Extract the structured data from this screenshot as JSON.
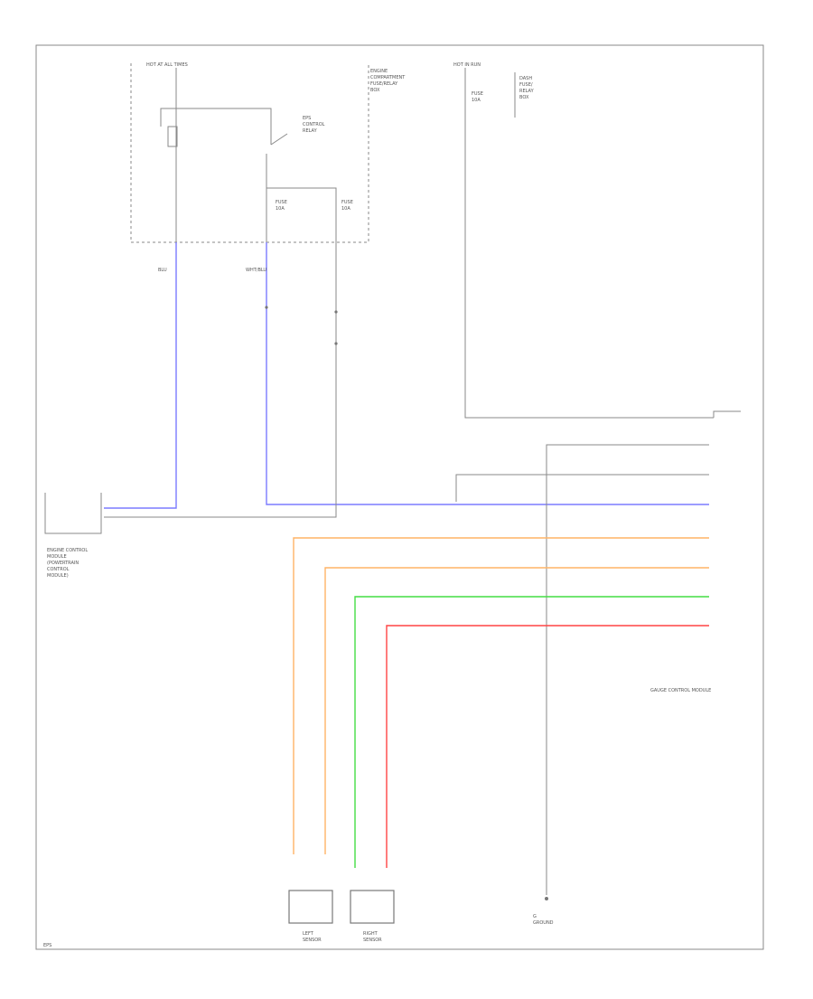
{
  "labels": {
    "hot_at_all_times": "HOT AT ALL TIMES",
    "underhood_box": [
      "ENGINE",
      "COMPARTMENT",
      "FUSE/RELAY",
      "BOX"
    ],
    "relay": [
      "EPS",
      "CONTROL",
      "RELAY"
    ],
    "fuse1": [
      "FUSE",
      "10A"
    ],
    "fuse2": [
      "FUSE",
      "10A"
    ],
    "hot_in_run": "HOT IN RUN",
    "fuse3": [
      "FUSE",
      "10A"
    ],
    "dash_box": [
      "DASH",
      "FUSE/",
      "RELAY",
      "BOX"
    ],
    "wire_blu": "BLU",
    "wire_wht_blu": "WHT/BLU",
    "ecm_box": [
      "ENGINE CONTROL",
      "MODULE",
      "(POWERTRAIN",
      "CONTROL",
      "MODULE)"
    ],
    "gauge_ctrl": "GAUGE CONTROL MODULE",
    "sensor_left": [
      "LEFT",
      "SENSOR"
    ],
    "sensor_right": [
      "RIGHT",
      "SENSOR"
    ],
    "ground": [
      "G",
      "GROUND"
    ],
    "page_ref": "EPS"
  },
  "colors": {
    "blue_wire": "#7b7bff",
    "orange_wire": "#ffb366",
    "green_wire": "#44dd44",
    "red_wire": "#ff4444",
    "frame": "#8a8a8a"
  }
}
